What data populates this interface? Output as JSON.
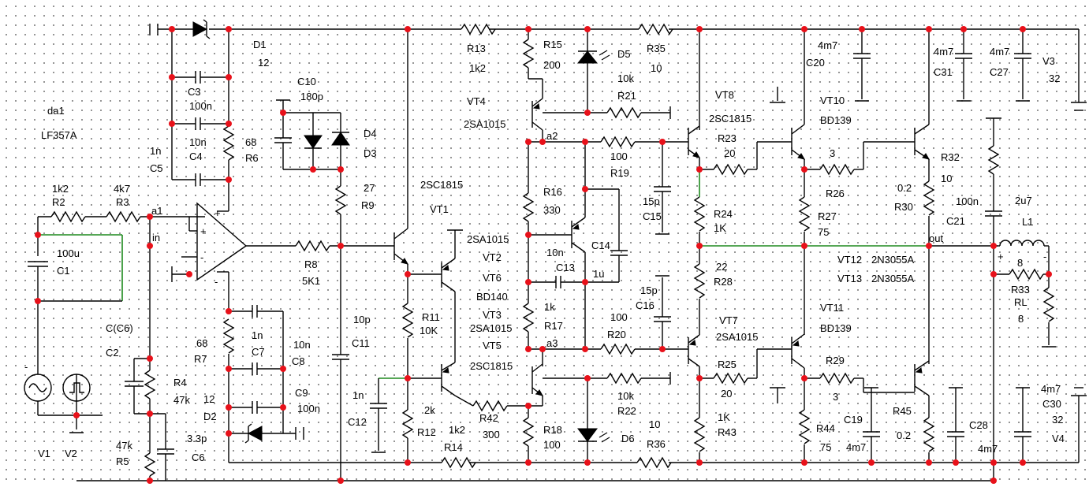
{
  "title": "",
  "colors": {
    "wire": "#000000",
    "junction": "#e8111a",
    "highlight_wire": "#1f8a1f",
    "grid": "#7a7a7a"
  },
  "opamp": {
    "name": "da1",
    "model": "LF357A",
    "plus": "+",
    "minus": "-",
    "in_plus": "+",
    "in_minus": "-"
  },
  "nodes": {
    "a1": "a1",
    "in": "in",
    "a2": "a2",
    "a3": "a3",
    "out": "out"
  },
  "labels": {
    "R2": "R2",
    "R2v": "1k2",
    "R3": "R3",
    "R3v": "4k7",
    "C1v": "100u",
    "C1": "C1",
    "C_C6": "C(C6)",
    "C2": "C2",
    "R4": "R4",
    "R4v": "47k",
    "R5v": "47k",
    "R5": "R5",
    "C6v": "3.3p",
    "C6": "C6",
    "V1": "V1",
    "V2": "V2",
    "C5v": "1n",
    "C5": "C5",
    "C3": "C3",
    "C3v": "100n",
    "C4v": "10n",
    "C4": "C4",
    "R6v": "68",
    "R6": "R6",
    "D1": "D1",
    "D1v": "12",
    "C10": "C10",
    "C10v": "180p",
    "D4": "D4",
    "D3": "D3",
    "R9v": "27",
    "R9": "R9",
    "R8": "R8",
    "R8v": "5K1",
    "R7v": "68",
    "R7": "R7",
    "C7v": "1n",
    "C7": "C7",
    "C8v": "10n",
    "C8": "C8",
    "C9": "C9",
    "C9v": "100n",
    "D2v": "12",
    "D2": "D2",
    "C11v": "10p",
    "C11": "C11",
    "C12v": "1n",
    "C12": "C12",
    "VT1m": "2SC1815",
    "VT1": "VT1",
    "VT2m": "2SA1015",
    "VT2": "VT2",
    "VT6": "VT6",
    "VT6m": "BD140",
    "VT3": "VT3",
    "VT3m": "2SA1015",
    "VT5": "VT5",
    "VT5m": "2SC1815",
    "R11": "R11",
    "R11v": "10K",
    "R12v": "2k",
    "R12": "R12",
    "R14": "R14",
    "R14v": "1k2",
    "R42": "R42",
    "R42v": "300",
    "R13": "R13",
    "R13v": "1k2",
    "R15": "R15",
    "R15v": "200",
    "VT4": "VT4",
    "VT4m": "2SA1015",
    "D5": "D5",
    "R21v": "10k",
    "R21": "R21",
    "R35": "R35",
    "R35v": "10",
    "R16": "R16",
    "R16v": "330",
    "R19v": "100",
    "R19": "R19",
    "C13v": "10n",
    "C13": "C13",
    "C14": "C14",
    "C14v": "1u",
    "R17v": "1k",
    "R17": "R17",
    "R20v": "100",
    "R20": "R20",
    "R18": "R18",
    "R18v": "100",
    "R22v": "10k",
    "R22": "R22",
    "D6": "D6",
    "R36v": "10",
    "R36": "R36",
    "C15v": "15p",
    "C15": "C15",
    "C16v": "15p",
    "C16": "C16",
    "VT8": "VT8",
    "VT8m": "2SC1815",
    "R23": "R23",
    "R23v": "20",
    "R24": "R24",
    "R24v": "1K",
    "R28v": "22",
    "R28": "R28",
    "VT7": "VT7",
    "VT7m": "2SA1015",
    "R25": "R25",
    "R25v": "20",
    "R43v": "1K",
    "R43": "R43",
    "C20v": "4m7",
    "C20": "C20",
    "VT10": "VT10",
    "VT10m": "BD139",
    "R26v": "3",
    "R26": "R26",
    "R27": "R27",
    "R27v": "75",
    "VT12": "VT12",
    "VT12m": "2N3055A",
    "VT13": "VT13",
    "VT13m": "2N3055A",
    "VT11": "VT11",
    "VT11m": "BD139",
    "R29": "R29",
    "R29v": "3",
    "C19": "C19",
    "C19v": "4m7",
    "R44": "R44",
    "R44v": "75",
    "C31v": "4m7",
    "C31": "C31",
    "C27v": "4m7",
    "C27": "C27",
    "V3": "V3",
    "V3v": "32",
    "R32": "R32",
    "R32v": "10",
    "R30v": "0.2",
    "R30": "R30",
    "C21v": "100n",
    "C21": "C21",
    "L1v": "2u7",
    "L1": "L1",
    "RL_plus": "+",
    "RL_minus": "-",
    "R33v": "8",
    "R33": "R33",
    "RL": "RL",
    "RLv": "8",
    "R45": "R45",
    "R45v": "0.2",
    "C28": "C28",
    "C28v": "4m7",
    "C30v": "4m7",
    "C30": "C30",
    "V4v": "32",
    "V4": "V4"
  }
}
